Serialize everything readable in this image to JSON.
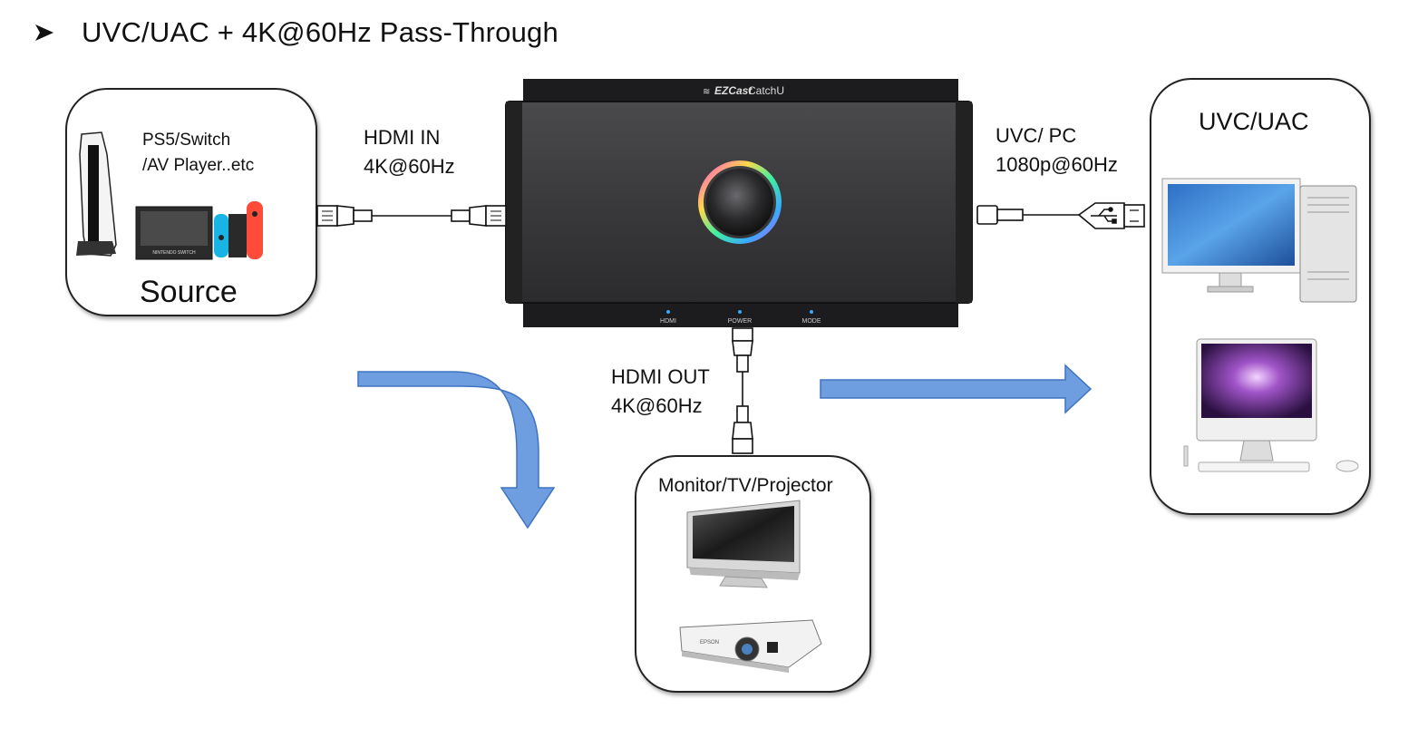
{
  "title": "UVC/UAC + 4K@60Hz Pass-Through",
  "device": {
    "brand": "EZCast",
    "model": "CatchU",
    "leds": [
      "HDMI",
      "POWER",
      "MODE"
    ]
  },
  "source": {
    "devices_line1": "PS5/Switch",
    "devices_line2": "/AV Player..etc",
    "name": "Source",
    "switch_text": "NINTENDO SWITCH"
  },
  "hdmi_in": {
    "line1": "HDMI IN",
    "line2": "4K@60Hz"
  },
  "uvc_pc": {
    "line1": "UVC/ PC",
    "line2": "1080p@60Hz"
  },
  "hdmi_out": {
    "line1": "HDMI OUT",
    "line2": "4K@60Hz"
  },
  "uvc_box": {
    "title": "UVC/UAC"
  },
  "display_box": {
    "title": "Monitor/TV/Projector",
    "projector_brand": "EPSON"
  },
  "colors": {
    "arrow_fill": "#6f9ee0",
    "arrow_stroke": "#3f73c2",
    "device_body": "#3a3a3c",
    "box_border": "#222222"
  }
}
